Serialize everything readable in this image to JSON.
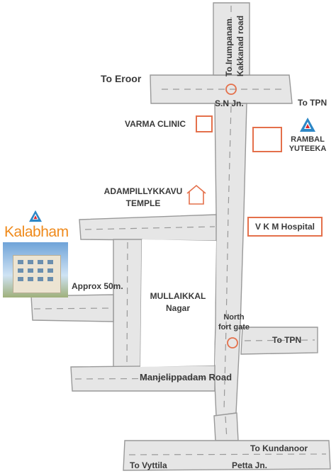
{
  "labels": {
    "to_irumpanam_line1": "To Irumpanam",
    "to_irumpanam_line2": "Kakkanad road",
    "to_eroor": "To Eroor",
    "sn_jn": "S.N Jn.",
    "to_tpn_top": "To TPN",
    "varma_clinic": "VARMA CLINIC",
    "rambal_line1": "RAMBAL",
    "rambal_line2": "YUTEEKA",
    "temple_line1": "ADAMPILLYKKAVU",
    "temple_line2": "TEMPLE",
    "vkm_hospital": "V K M Hospital",
    "kalabham": "Kalabham",
    "approx": "Approx 50m.",
    "mullaikkal_line1": "MULLAIKKAL",
    "mullaikkal_line2": "Nagar",
    "north_fort_line1": "North",
    "north_fort_line2": "fort gate",
    "to_tpn_mid": "To TPN",
    "manjelippadam": "Manjelippadam Road",
    "to_kundanoor": "To Kundanoor",
    "to_vyttila": "To Vyttila",
    "petta_jn": "Petta Jn."
  },
  "colors": {
    "road_fill": "#e6e6e6",
    "road_edge": "#999999",
    "landmark": "#e4704b",
    "logo_blue": "#2d87c6",
    "logo_red": "#d9262d",
    "kalabham_orange": "#ef8a1c",
    "text": "#3a3a3a"
  }
}
